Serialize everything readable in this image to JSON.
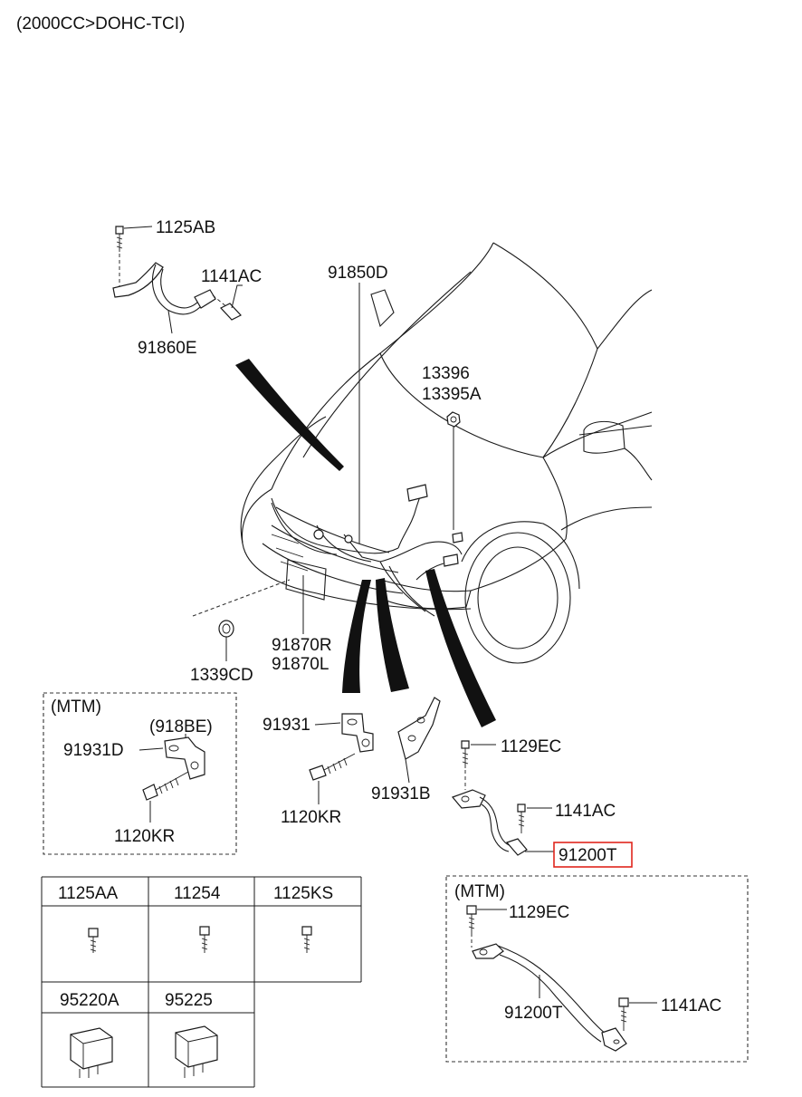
{
  "header": {
    "engine": "(2000CC>DOHC-TCI)"
  },
  "labels": {
    "p1125AB": "1125AB",
    "p1141AC_top": "1141AC",
    "p91860E": "91860E",
    "p91850D": "91850D",
    "p13396": "13396",
    "p13395A": "13395A",
    "p1339CD": "1339CD",
    "p91870R": "91870R",
    "p91870L": "91870L",
    "p91931": "91931",
    "p1120KR_mid": "1120KR",
    "p91931B": "91931B",
    "p1129EC_mid": "1129EC",
    "p1141AC_mid": "1141AC",
    "p91200T": "91200T"
  },
  "mtm_left": {
    "title": "(MTM)",
    "p918BE": "(918BE)",
    "p91931D": "91931D",
    "p1120KR": "1120KR"
  },
  "mtm_right": {
    "title": "(MTM)",
    "p1129EC": "1129EC",
    "p91200T": "91200T",
    "p1141AC": "1141AC"
  },
  "parts_table": {
    "row1": [
      "1125AA",
      "11254",
      "1125KS"
    ],
    "row2": [
      "95220A",
      "95225"
    ]
  },
  "highlight_color": "#e0261d"
}
